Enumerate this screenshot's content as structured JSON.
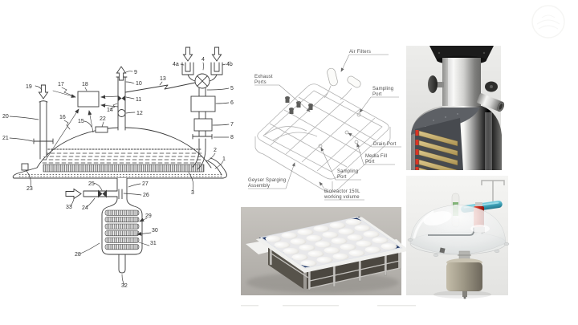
{
  "slide": {
    "background": "#ffffff"
  },
  "patent": {
    "description": "bioreactor patent schematic",
    "numerals": [
      "1",
      "2",
      "3",
      "4",
      "4a",
      "4b",
      "5",
      "6",
      "7",
      "8",
      "9",
      "10",
      "11",
      "12",
      "13",
      "14",
      "15",
      "16",
      "17",
      "18",
      "19",
      "20",
      "21",
      "22",
      "23",
      "24",
      "25",
      "26",
      "27",
      "28",
      "29",
      "30",
      "31",
      "32",
      "33"
    ]
  },
  "cad": {
    "description": "isometric wireframe of flat-panel bioreactor",
    "callouts": {
      "air_filters": {
        "l1": "Air Filters"
      },
      "exhaust_ports": {
        "l1": "Exhaust",
        "l2": "Ports"
      },
      "sampling_port_top": {
        "l1": "Sampling",
        "l2": "Port"
      },
      "drain_port": {
        "l1": "Drain Port"
      },
      "media_fill_port": {
        "l1": "Media Fill",
        "l2": "Port"
      },
      "sampling_port_bottom": {
        "l1": "Sampling",
        "l2": "Port"
      },
      "geyser_sparging": {
        "l1": "Geyser Sparging",
        "l2": "Assembly"
      },
      "working_volume": {
        "l1": "Bioreactor 150L",
        "l2": "working volume"
      }
    }
  },
  "renders": {
    "tray_table": {
      "rows": 5,
      "cols": 6,
      "frame_color": "#1c3464",
      "well_color": "#ffffff",
      "background": "#b8b5b0"
    },
    "cutaway_vessel": {
      "membrane_color": "#c9b068",
      "membrane_edge_color": "#d93524",
      "body_color": "#c8c8c6",
      "cap_color": "#1c1c1c",
      "background": "#e9e9e7"
    },
    "saucer_vessel": {
      "handle_color": "#3c9fb5",
      "bottle_color": "#c8281a",
      "canister_color": "#a09a88",
      "background": "#f1f1ef"
    }
  }
}
